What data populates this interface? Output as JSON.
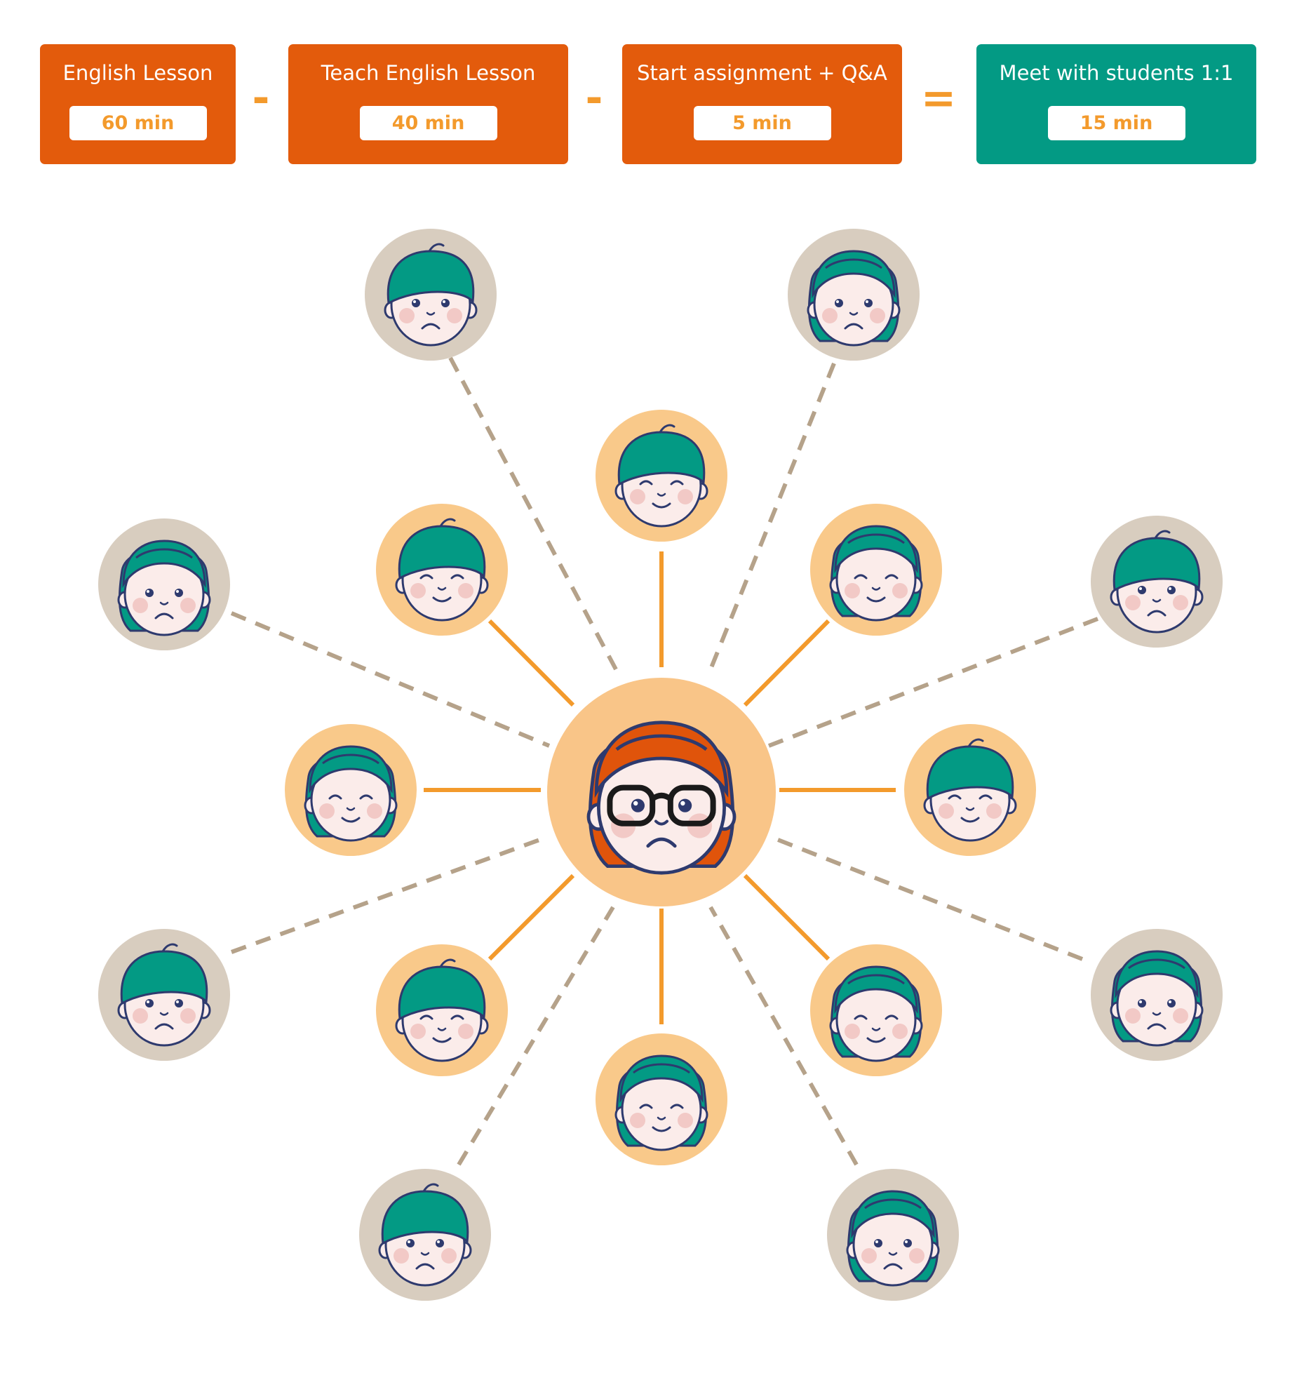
{
  "colors": {
    "orange_box": "#E35B0C",
    "teal_box": "#039A84",
    "operator": "#F39A2C",
    "pill_text": "#F39A2C",
    "happy_circle": "#F9C98A",
    "sad_circle": "#D8CDBF",
    "center_circle": "#F9C588",
    "solid_line": "#F39A2C",
    "dashed_line": "#B5A28A",
    "hair_teal": "#039A84",
    "hair_red": "#E0540B",
    "outline": "#2E3A6E",
    "skin": "#FBECEA",
    "cheek": "#F2C9C6"
  },
  "equation": {
    "boxes": [
      {
        "label": "English Lesson",
        "time": "60 min",
        "color": "orange"
      },
      {
        "label": "Teach English Lesson",
        "time": "40 min",
        "color": "orange"
      },
      {
        "label": "Start assignment + Q&A",
        "time": "5 min",
        "color": "orange"
      },
      {
        "label": "Meet with students 1:1",
        "time": "15 min",
        "color": "teal"
      }
    ],
    "operators": [
      "-",
      "-",
      "="
    ]
  },
  "diagram": {
    "teacher": {
      "mood": "sad",
      "hair": "red",
      "glasses": true
    },
    "students": [
      {
        "mood": "happy",
        "hair": "short",
        "link": "solid"
      },
      {
        "mood": "happy",
        "hair": "long",
        "link": "solid"
      },
      {
        "mood": "happy",
        "hair": "short",
        "link": "solid"
      },
      {
        "mood": "happy",
        "hair": "long",
        "link": "solid"
      },
      {
        "mood": "happy",
        "hair": "long",
        "link": "solid"
      },
      {
        "mood": "happy",
        "hair": "short",
        "link": "solid"
      },
      {
        "mood": "happy",
        "hair": "long",
        "link": "solid"
      },
      {
        "mood": "happy",
        "hair": "short",
        "link": "solid"
      },
      {
        "mood": "sad",
        "hair": "long",
        "link": "dashed"
      },
      {
        "mood": "sad",
        "hair": "short",
        "link": "dashed"
      },
      {
        "mood": "sad",
        "hair": "long",
        "link": "dashed"
      },
      {
        "mood": "sad",
        "hair": "long",
        "link": "dashed"
      },
      {
        "mood": "sad",
        "hair": "short",
        "link": "dashed"
      },
      {
        "mood": "sad",
        "hair": "short",
        "link": "dashed"
      },
      {
        "mood": "sad",
        "hair": "long",
        "link": "dashed"
      },
      {
        "mood": "sad",
        "hair": "short",
        "link": "dashed"
      }
    ]
  }
}
